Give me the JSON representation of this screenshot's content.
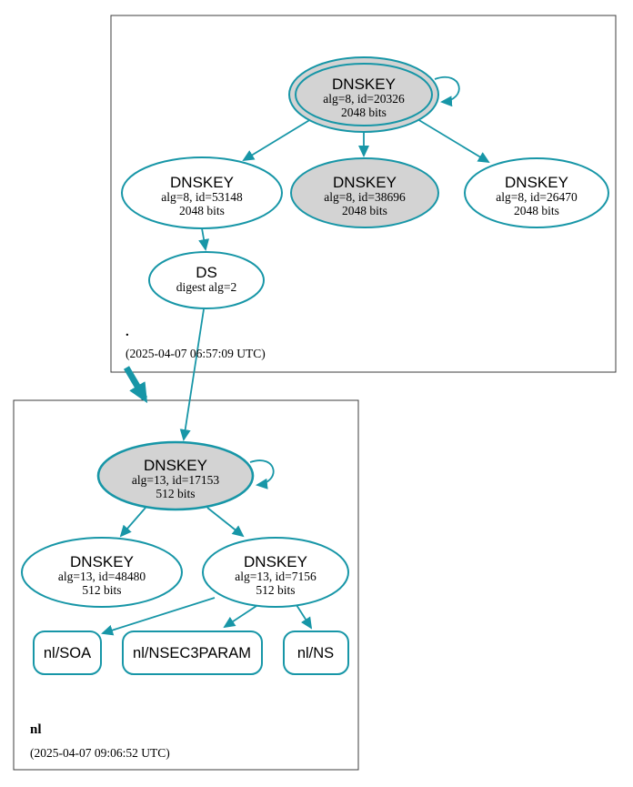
{
  "diagram": {
    "type": "dnssec-authentication-chain",
    "colors": {
      "accent": "#1796a7",
      "sep_fill": "#d3d3d3",
      "node_fill": "#ffffff",
      "cluster_border": "#3c3c3c",
      "text": "#000000"
    },
    "root_cluster": {
      "label": ".",
      "timestamp": "(2025-04-07 06:57:09 UTC)",
      "ksk": {
        "title": "DNSKEY",
        "detail": "alg=8, id=20326",
        "bits": "2048 bits"
      },
      "zsk_left": {
        "title": "DNSKEY",
        "detail": "alg=8, id=53148",
        "bits": "2048 bits"
      },
      "zsk_mid": {
        "title": "DNSKEY",
        "detail": "alg=8, id=38696",
        "bits": "2048 bits"
      },
      "zsk_right": {
        "title": "DNSKEY",
        "detail": "alg=8, id=26470",
        "bits": "2048 bits"
      },
      "ds": {
        "title": "DS",
        "detail": "digest alg=2"
      }
    },
    "nl_cluster": {
      "label": "nl",
      "timestamp": "(2025-04-07 09:06:52 UTC)",
      "ksk": {
        "title": "DNSKEY",
        "detail": "alg=13, id=17153",
        "bits": "512 bits"
      },
      "zsk_left": {
        "title": "DNSKEY",
        "detail": "alg=13, id=48480",
        "bits": "512 bits"
      },
      "zsk_right": {
        "title": "DNSKEY",
        "detail": "alg=13, id=7156",
        "bits": "512 bits"
      },
      "rrset_soa": {
        "label": "nl/SOA"
      },
      "rrset_nsec3param": {
        "label": "nl/NSEC3PARAM"
      },
      "rrset_ns": {
        "label": "nl/NS"
      }
    }
  }
}
